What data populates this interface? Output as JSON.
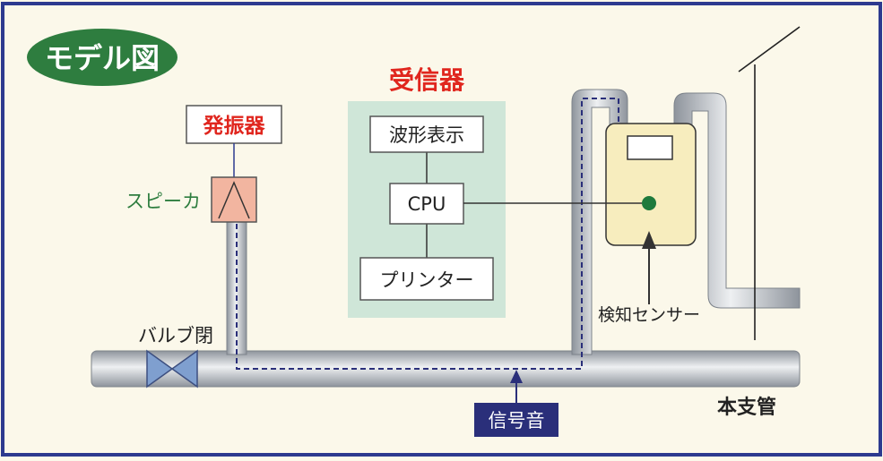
{
  "badge": {
    "label": "モデル図",
    "color": "#2e7d3f"
  },
  "receiver": {
    "title": "受信器",
    "panel_color": "#cfe6d8"
  },
  "modules": {
    "waveform": "波形表示",
    "cpu": "CPU",
    "printer": "プリンター"
  },
  "oscillator": {
    "label": "発振器",
    "color": "#e0261e"
  },
  "speaker": {
    "label": "スピーカ",
    "color": "#f2b5a0"
  },
  "valve": {
    "label": "バルブ閉",
    "color": "#7f9fcf"
  },
  "sensor": {
    "label": "検知センサー",
    "body_color": "#f7edbe",
    "dot_color": "#1e7a3c"
  },
  "main_pipe": {
    "label": "本支管"
  },
  "signal": {
    "label": "信号音",
    "color": "#2a2f7a"
  },
  "colors": {
    "frame": "#2d3a8f",
    "pipe_dash": "#2a2f7a"
  }
}
